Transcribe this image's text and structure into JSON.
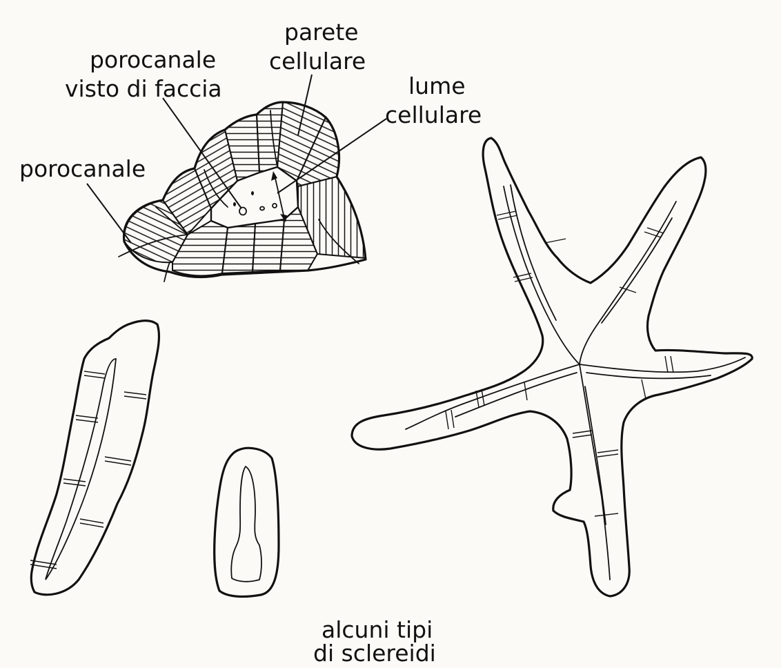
{
  "labels": {
    "parete": "parete",
    "cellulare1": "cellulare",
    "porocanale_face_1": "porocanale",
    "porocanale_face_2": "visto di faccia",
    "lume": "lume",
    "cellulare2": "cellulare",
    "porocanale": "porocanale",
    "caption_1": "alcuni tipi",
    "caption_2": "di sclereidi"
  }
}
